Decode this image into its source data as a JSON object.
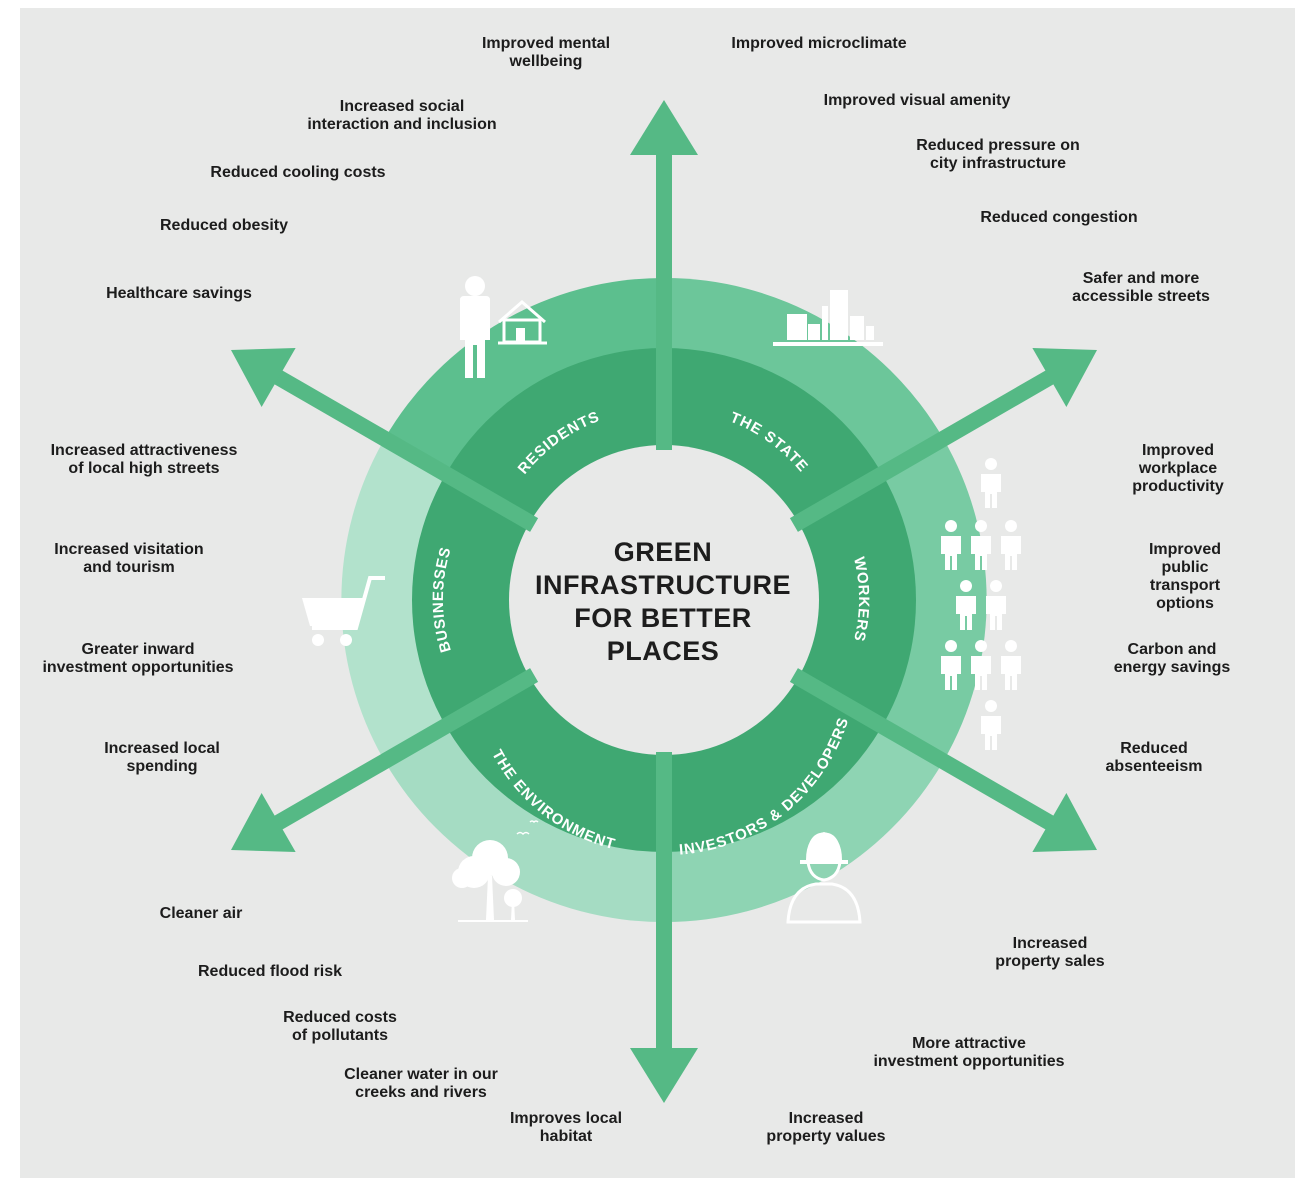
{
  "center_title": "GREEN\nINFRASTRUCTURE\nFOR BETTER\nPLACES",
  "colors": {
    "background": "#e8e9e8",
    "arrow": "#55b985",
    "ring_dark": "#3fa872",
    "residents": "#5cbf8e",
    "the_state": "#6cc69a",
    "workers": "#78cba3",
    "investors": "#8ed4b3",
    "environment": "#a5dcc3",
    "businesses": "#b2e2cc"
  },
  "segments": [
    {
      "key": "residents",
      "label": "RESIDENTS",
      "icon": "person-with-house-icon"
    },
    {
      "key": "the_state",
      "label": "THE STATE",
      "icon": "city-skyline-icon"
    },
    {
      "key": "workers",
      "label": "WORKERS",
      "icon": "group-of-workers-icon"
    },
    {
      "key": "investors",
      "label": "INVESTORS & DEVELOPERS",
      "icon": "hard-hat-worker-icon"
    },
    {
      "key": "environment",
      "label": "THE ENVIRONMENT",
      "icon": "trees-icon"
    },
    {
      "key": "businesses",
      "label": "BUSINESSES",
      "icon": "shopping-cart-icon"
    }
  ],
  "benefits": {
    "residents": [
      "Improved mental\nwellbeing",
      "Increased social\ninteraction and inclusion",
      "Reduced cooling costs",
      "Reduced obesity",
      "Healthcare savings"
    ],
    "the_state": [
      "Improved microclimate",
      "Improved visual amenity",
      "Reduced pressure on\ncity infrastructure",
      "Reduced congestion",
      "Safer and more\naccessible streets"
    ],
    "workers": [
      "Improved workplace\nproductivity",
      "Improved public\ntransport options",
      "Carbon and\nenergy savings",
      "Reduced\nabsenteeism"
    ],
    "investors": [
      "Increased\nproperty sales",
      "More attractive\ninvestment opportunities",
      "Increased\nproperty values"
    ],
    "environment": [
      "Cleaner air",
      "Reduced flood risk",
      "Reduced costs\nof pollutants",
      "Cleaner water in our\ncreeks and rivers",
      "Improves local\nhabitat"
    ],
    "businesses": [
      "Increased attractiveness\nof local high streets",
      "Increased visitation\nand tourism",
      "Greater inward\ninvestment opportunities",
      "Increased local\nspending"
    ]
  }
}
